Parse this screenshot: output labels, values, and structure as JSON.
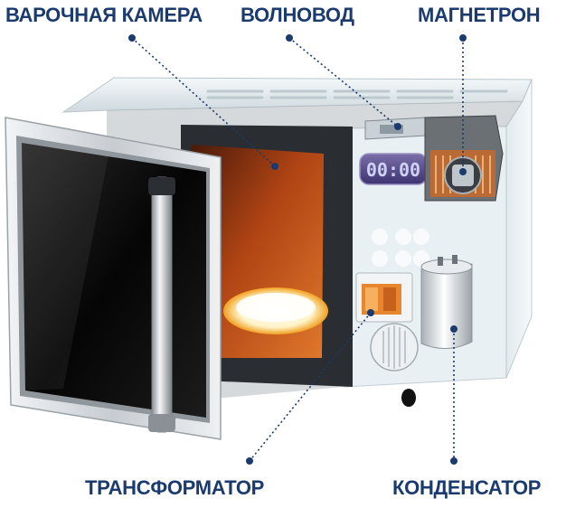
{
  "labels": {
    "chamber": "ВАРОЧНАЯ КАМЕРА",
    "waveguide": "ВОЛНОВОД",
    "magnetron": "МАГНЕТРОН",
    "transformer": "ТРАНСФОРМАТОР",
    "capacitor": "КОНДЕНСАТОР"
  },
  "display": {
    "time": "00:00"
  },
  "colors": {
    "label_text": "#1b3a6e",
    "leader_line": "#1b3a6e",
    "chamber_glow": "#c8551c",
    "cabinet": "#e9eef1",
    "door_frame": "#d4d8dc"
  }
}
